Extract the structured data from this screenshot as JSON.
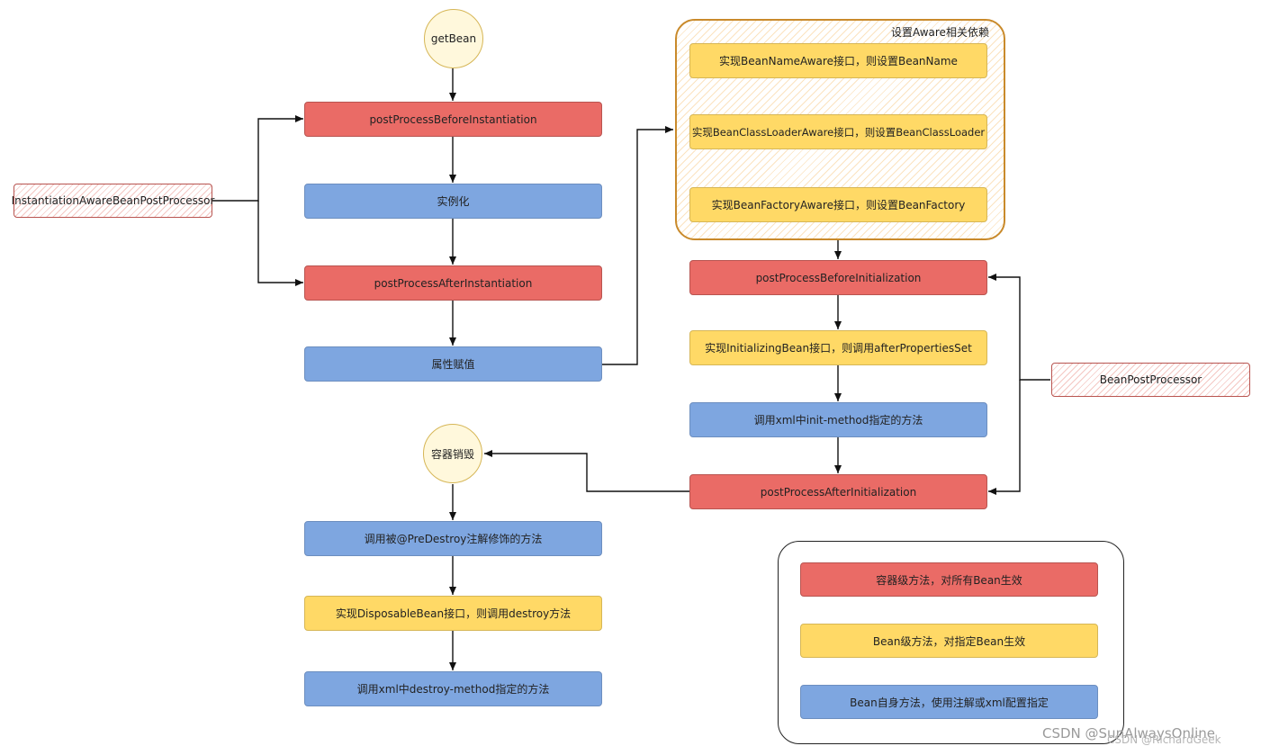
{
  "nodes": {
    "get_bean": "getBean",
    "post_before_inst": "postProcessBeforeInstantiation",
    "instantiate": "实例化",
    "post_after_inst": "postProcessAfterInstantiation",
    "populate": "属性赋值",
    "inst_aware_processor": "InstantiationAwareBeanPostProcessor",
    "aware_group_label": "设置Aware相关依赖",
    "bean_name_aware": "实现BeanNameAware接口，则设置BeanName",
    "bean_classloader_aware": "实现BeanClassLoaderAware接口，则设置BeanClassLoader",
    "bean_factory_aware": "实现BeanFactoryAware接口，则设置BeanFactory",
    "post_before_init": "postProcessBeforeInitialization",
    "initializing_bean": "实现InitializingBean接口，则调用afterPropertiesSet",
    "init_method": "调用xml中init-method指定的方法",
    "post_after_init": "postProcessAfterInitialization",
    "bean_post_processor": "BeanPostProcessor",
    "container_destroy": "容器销毁",
    "pre_destroy": "调用被@PreDestroy注解修饰的方法",
    "disposable_bean": "实现DisposableBean接口，则调用destroy方法",
    "destroy_method": "调用xml中destroy-method指定的方法"
  },
  "legend": {
    "container_level": "容器级方法，对所有Bean生效",
    "bean_level": "Bean级方法，对指定Bean生效",
    "bean_self": "Bean自身方法，使用注解或xml配置指定"
  },
  "watermark": "CSDN @SunAlwaysOnline",
  "watermark_overlay": "CSDN @RichardGeek",
  "colors": {
    "red_fill": "#ea6b66",
    "blue_fill": "#7ea6e0",
    "yellow_fill": "#ffd966",
    "aware_border": "#c98a2b"
  }
}
